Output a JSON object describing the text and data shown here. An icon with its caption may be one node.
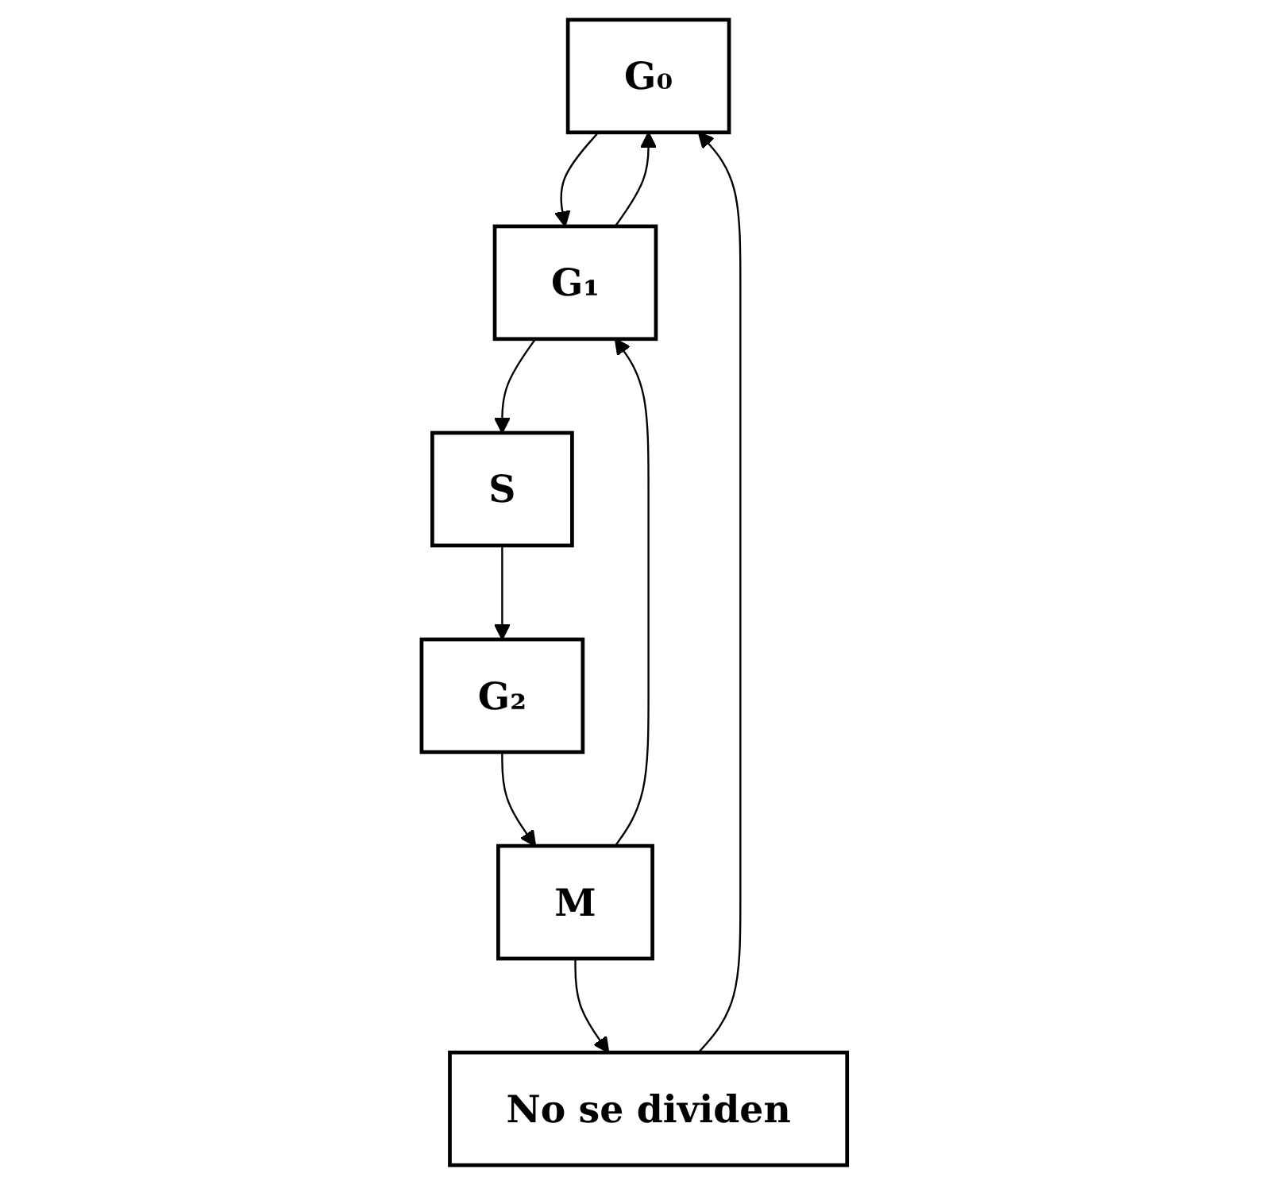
{
  "diagram": {
    "nodes": [
      {
        "text": [
          "S"
        ]
      },
      {
        "text": [
          "G₀"
        ]
      },
      {
        "text": [
          "G₁"
        ]
      },
      {
        "text": [
          "G₂"
        ]
      },
      {
        "text": [
          "M"
        ]
      },
      {
        "text": [
          "No se dividen"
        ]
      }
    ],
    "edges": [
      {
        "from": 1,
        "to": 2,
        "arrow": "to"
      },
      {
        "from": 2,
        "to": 1,
        "arrow": "to"
      },
      {
        "from": 2,
        "to": 0,
        "arrow": "to"
      },
      {
        "from": 0,
        "to": 3,
        "arrow": "to"
      },
      {
        "from": 3,
        "to": 4,
        "arrow": "to"
      },
      {
        "from": 4,
        "to": 2,
        "arrow": "to"
      },
      {
        "from": 4,
        "to": 5,
        "arrow": "to"
      },
      {
        "from": 5,
        "to": 1,
        "arrow": "to"
      }
    ]
  }
}
